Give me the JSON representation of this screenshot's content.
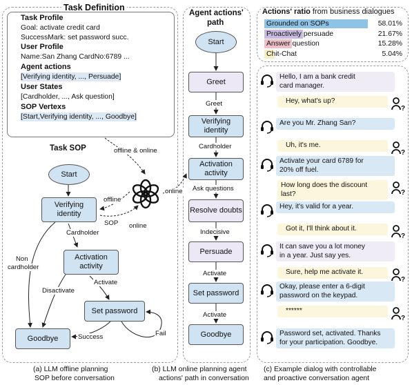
{
  "panel_a": {
    "task_definition_title": "Task Definition",
    "lines": [
      {
        "text": "Task Profile",
        "head": true
      },
      {
        "text": "Goal: activate credit card"
      },
      {
        "text": "SuccessMark: set password succ."
      },
      {
        "text": "User Profile",
        "head": true
      },
      {
        "text": "Name:San Zhang  CardNo:6789 ..."
      },
      {
        "text": "Agent actions",
        "head": true
      },
      {
        "text": "[Verifying identity, ..., Persuade]",
        "hl": true
      },
      {
        "text": "User States",
        "head": true
      },
      {
        "text": "[Cardholder, ..., Ask question]"
      },
      {
        "text": "SOP Vertexs",
        "head": true
      },
      {
        "text": "[Start,Verifying identity, ..., Goodbye]",
        "hl": true
      }
    ],
    "task_sop_title": "Task SOP",
    "nodes": {
      "start": "Start",
      "verifying": "Verifying identity",
      "activation": "Activation activity",
      "set_password": "Set password",
      "goodbye": "Goodbye"
    },
    "edges": {
      "cardholder": "Cardholder",
      "non_cardholder": "Non cardholder",
      "activate": "Activate",
      "deactivate": "Disactivate",
      "success": "Success",
      "fail": "Fail",
      "offline_online": "offline & online",
      "offline": "offline",
      "sop": "SOP",
      "online_low": "online",
      "online_mid": "online"
    },
    "caption": [
      "(a) LLM offline planning",
      "SOP before conversation"
    ]
  },
  "panel_b": {
    "title": [
      "Agent actions'",
      "path"
    ],
    "nodes": [
      "Start",
      "Greet",
      "Verifying identity",
      "Activation activity",
      "Resolve doubts",
      "Persuade",
      "Set password",
      "Goodbye"
    ],
    "edges": [
      "Greet",
      "Cardholder",
      "Ask questions",
      "Indecisive",
      "Activate",
      "Activate"
    ],
    "caption": [
      "(b) LLM online planning agent",
      "actions' path in conversation"
    ]
  },
  "panel_c": {
    "ratio_title_bold": "Actions' ratio",
    "ratio_title_rest": " from business dialogues",
    "ratios": [
      {
        "name": "Grounded on SOPs",
        "pct": "58.01%",
        "value": 58.01,
        "color": "#8fc3e6"
      },
      {
        "name": "Proactively persuade",
        "pct": "21.67%",
        "value": 21.67,
        "color": "#c9bbe0"
      },
      {
        "name": "Answer question",
        "pct": "15.28%",
        "value": 15.28,
        "color": "#f0c0c8"
      },
      {
        "name": "Chit-Chat",
        "pct": "5.04%",
        "value": 5.04,
        "color": "#f7eec2"
      }
    ],
    "dialog": [
      {
        "role": "agent",
        "style": "lav",
        "lines": [
          "Hello, I am a bank credit",
          "card manager."
        ]
      },
      {
        "role": "user",
        "lines": [
          "Hey, what's up?"
        ]
      },
      {
        "role": "agent",
        "style": "blue",
        "lines": [
          "Are you Mr. Zhang San?"
        ]
      },
      {
        "role": "user",
        "lines": [
          "Uh, it's me."
        ]
      },
      {
        "role": "agent",
        "style": "blue",
        "lines": [
          "Activate your card 6789 for",
          "20% off fuel."
        ]
      },
      {
        "role": "user",
        "lines": [
          "How long does the discount",
          "last?"
        ]
      },
      {
        "role": "agent",
        "style": "blue",
        "lines": [
          "Hey, it's valid for a year."
        ]
      },
      {
        "role": "user",
        "lines": [
          "Got it, I'll think about it."
        ]
      },
      {
        "role": "agent",
        "style": "lav",
        "lines": [
          "It can save you a lot money",
          "in a year. Just say yes."
        ]
      },
      {
        "role": "user",
        "lines": [
          "Sure, help me activate it."
        ]
      },
      {
        "role": "agent",
        "style": "blue",
        "lines": [
          "Okay, please enter a 6-digit",
          "password on the keypad."
        ]
      },
      {
        "role": "user",
        "lines": [
          "******"
        ]
      },
      {
        "role": "agent",
        "style": "blue",
        "lines": [
          "Password set, activated. Thanks",
          "for your participation. Goodbye."
        ]
      }
    ],
    "caption": [
      "(c) Example dialog with  controllable",
      "and proactive conversation agent"
    ]
  }
}
